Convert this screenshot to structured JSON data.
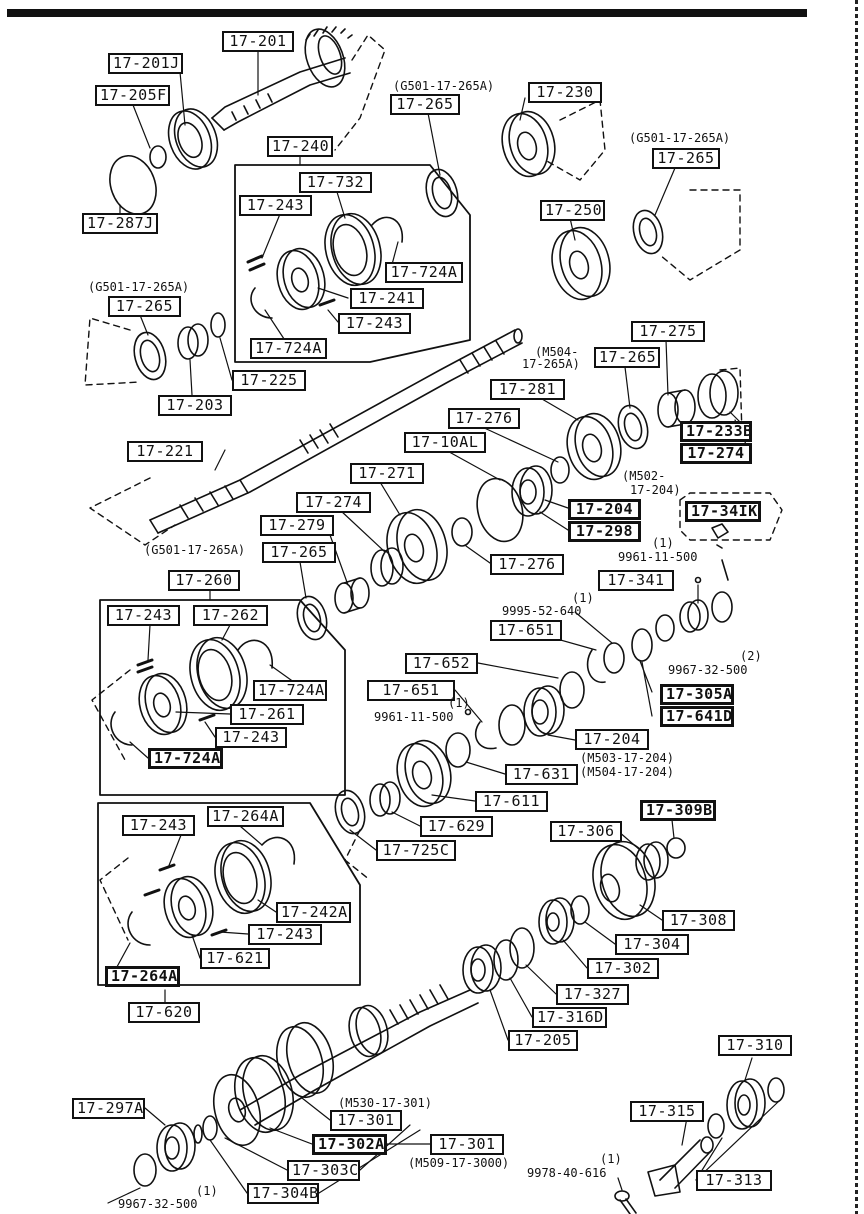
{
  "labels": {
    "l17_201": "17-201",
    "l17_201j": "17-201J",
    "l17_205f": "17-205F",
    "l17_287j": "17-287J",
    "l17_265_a": "17-265",
    "l17_230": "17-230",
    "l17_265_b": "17-265",
    "l17_250": "17-250",
    "l17_240": "17-240",
    "l17_732": "17-732",
    "l17_243_a": "17-243",
    "l17_724a_a": "17-724A",
    "l17_241": "17-241",
    "l17_243_b": "17-243",
    "l17_724a_b": "17-724A",
    "l17_265_c": "17-265",
    "l17_225": "17-225",
    "l17_203": "17-203",
    "l17_275": "17-275",
    "l17_265_d": "17-265",
    "l17_281": "17-281",
    "l17_233b": "17-233B",
    "l17_274_a": "17-274",
    "l17_276_a": "17-276",
    "l17_10al": "17-10AL",
    "l17_221": "17-221",
    "l17_204_a": "17-204",
    "l17_298": "17-298",
    "l17_34ik": "17-34IK",
    "l17_271": "17-271",
    "l17_274_b": "17-274",
    "l17_279": "17-279",
    "l17_265_e": "17-265",
    "l17_276_b": "17-276",
    "l17_260": "17-260",
    "l17_341": "17-341",
    "l17_243_c": "17-243",
    "l17_262": "17-262",
    "l17_651_a": "17-651",
    "l17_724a_c": "17-724A",
    "l17_652": "17-652",
    "l17_651_b": "17-651",
    "l17_305a": "17-305A",
    "l17_641d": "17-641D",
    "l17_261": "17-261",
    "l17_243_d": "17-243",
    "l17_204_b": "17-204",
    "l17_724a_d": "17-724A",
    "l17_631": "17-631",
    "l17_611": "17-611",
    "l17_629": "17-629",
    "l17_309b": "17-309B",
    "l17_243_e": "17-243",
    "l17_264a_a": "17-264A",
    "l17_725c": "17-725C",
    "l17_306": "17-306",
    "l17_242a": "17-242A",
    "l17_308": "17-308",
    "l17_243_f": "17-243",
    "l17_304_a": "17-304",
    "l17_621": "17-621",
    "l17_302": "17-302",
    "l17_264a_b": "17-264A",
    "l17_327": "17-327",
    "l17_620": "17-620",
    "l17_316d": "17-316D",
    "l17_205": "17-205",
    "l17_310": "17-310",
    "l17_297a": "17-297A",
    "l17_301_a": "17-301",
    "l17_315": "17-315",
    "l17_302a": "17-302A",
    "l17_301_b": "17-301",
    "l17_303c": "17-303C",
    "l17_313": "17-313",
    "l17_304b": "17-304B"
  },
  "notes": {
    "n_g501_a": "(G501-17-265A)",
    "n_g501_b": "(G501-17-265A)",
    "n_g501_c": "(G501-17-265A)",
    "n_m504_1": "(M504-",
    "n_m504_2": "17-265A)",
    "n_m502_1": "(M502-",
    "n_m502_2": "17-204)",
    "n_g501_d": "(G501-17-265A)",
    "n_one_a": "(1)",
    "n_9961_a": "9961-11-500",
    "n_one_b": "(1)",
    "n_9995": "9995-52-640",
    "n_two": "(2)",
    "n_9967_a": "9967-32-500",
    "n_one_c": "(1)",
    "n_9961_b": "9961-11-500",
    "n_m503": "(M503-17-204)",
    "n_m504_b": "(M504-17-204)",
    "n_m530": "(M530-17-301)",
    "n_m509": "(M509-17-3000)",
    "n_one_d": "(1)",
    "n_9978": "9978-40-616",
    "n_one_e": "(1)",
    "n_9967_b": "9967-32-500"
  }
}
